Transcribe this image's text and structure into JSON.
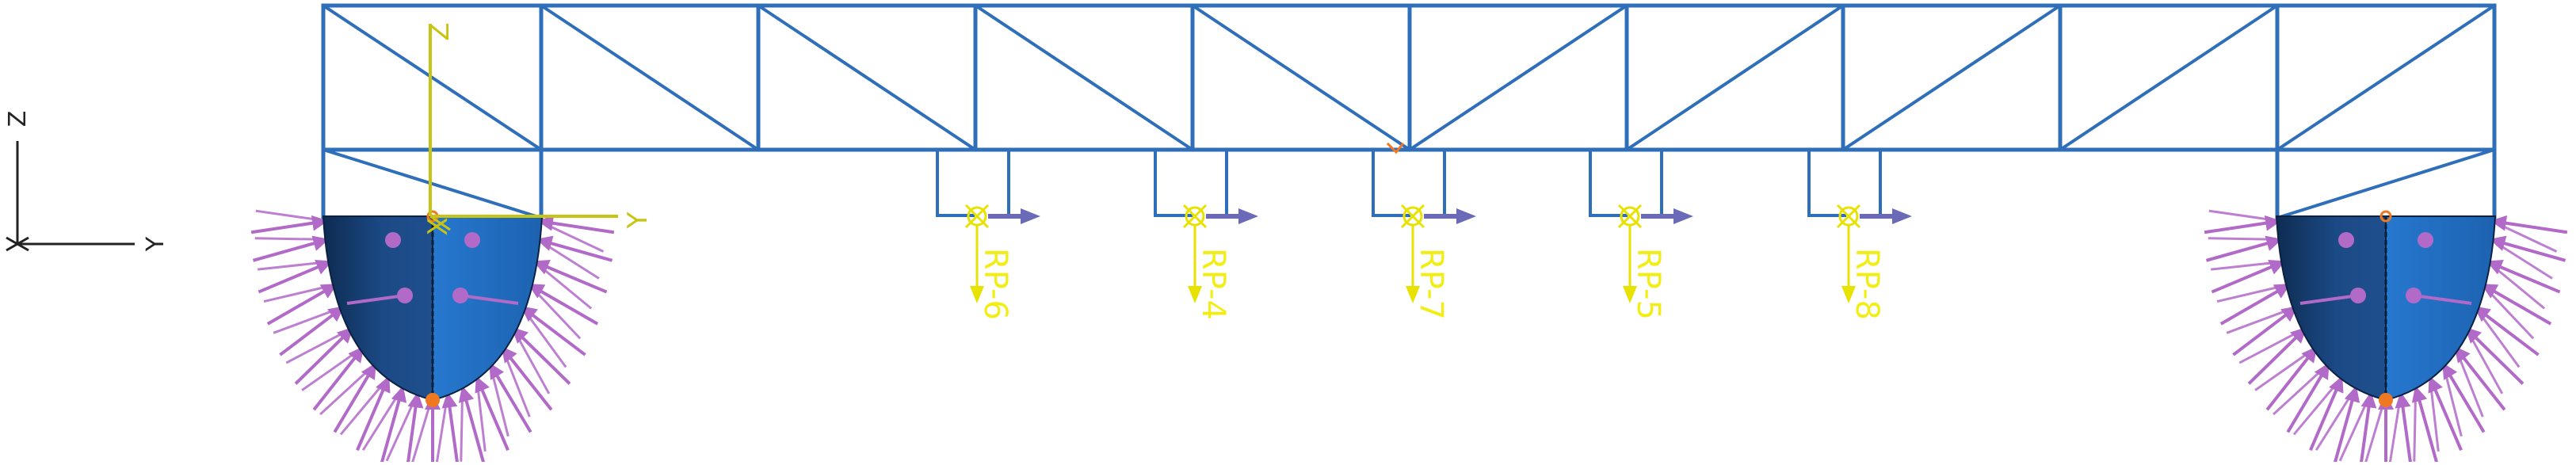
{
  "viewport": {
    "background": "#ffffff",
    "colors": {
      "truss": "#2f6fba",
      "float_dark": "#14365f",
      "float_light": "#2a7fd8",
      "pressure_load": "#b26ac8",
      "rp_marker": "#e8e200",
      "rp_label": "#f2ee14",
      "connector_arrow": "#6a6ab8",
      "local_csys": "#c8c414",
      "boundary_point": "#f07820"
    }
  },
  "triad": {
    "z_label": "Z",
    "y_label": "Y",
    "x_label": "X"
  },
  "local_csys": {
    "z_label": "Z",
    "y_label": "Y",
    "x_label": "X"
  },
  "reference_points": [
    {
      "label": "RP-6"
    },
    {
      "label": "RP-4"
    },
    {
      "label": "RP-7"
    },
    {
      "label": "RP-5"
    },
    {
      "label": "RP-8"
    }
  ],
  "floats": [
    {
      "id": "left-float"
    },
    {
      "id": "right-float"
    }
  ]
}
